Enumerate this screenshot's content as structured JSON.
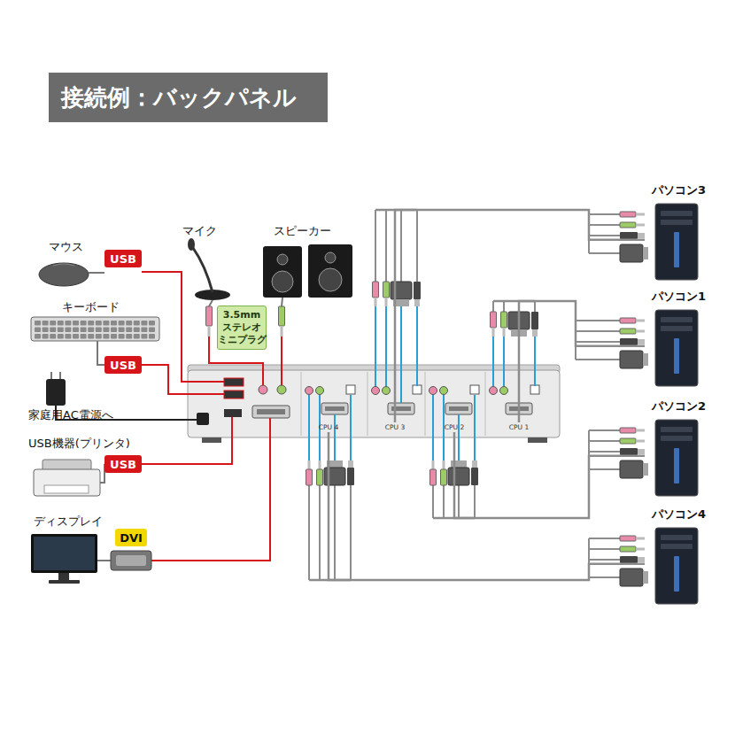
{
  "diagram": {
    "title": "接続例：バックパネル",
    "nodes": [
      {
        "text": [
          "USB"
        ]
      },
      {
        "text": [
          "USB"
        ]
      },
      {
        "text": [
          "USB"
        ]
      },
      {
        "text": [
          "DVI"
        ]
      },
      {
        "text": [
          "3.5mm ステレオ ミニプラグ"
        ]
      },
      {
        "text": [
          "パソコン3"
        ]
      },
      {
        "text": [
          "パソコン1"
        ]
      },
      {
        "text": [
          "パソコン2"
        ]
      },
      {
        "text": [
          "パソコン4"
        ]
      },
      {
        "text": [
          "CPU 4"
        ]
      },
      {
        "text": [
          "CPU 3"
        ]
      },
      {
        "text": [
          "CPU 2"
        ]
      },
      {
        "text": [
          "CPU 1"
        ]
      }
    ],
    "edges": [
      {
        "from": 5,
        "to": 10,
        "arrow": "none"
      },
      {
        "from": 6,
        "to": 12,
        "arrow": "none"
      },
      {
        "from": 7,
        "to": 11,
        "arrow": "none"
      },
      {
        "from": 8,
        "to": 9,
        "arrow": "none"
      }
    ],
    "labels": [
      "マウス",
      "キーボード",
      "家庭用AC電源へ",
      "USB機器(プリンタ)",
      "ディスプレイ",
      "マイク",
      "スピーカー"
    ]
  }
}
